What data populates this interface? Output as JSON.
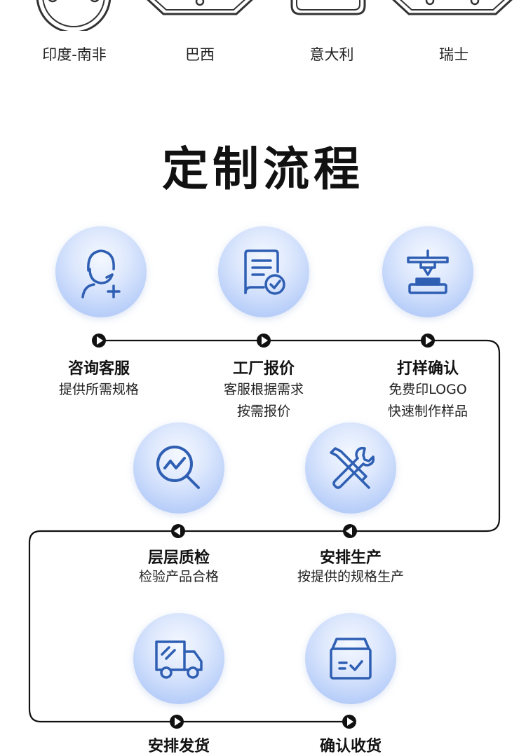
{
  "plug_types": [
    {
      "label": "印度-南非",
      "icon": "round-three-pin-plug-icon"
    },
    {
      "label": "巴西",
      "icon": "hexagonal-plug-icon"
    },
    {
      "label": "意大利",
      "icon": "rounded-rectangle-plug-icon"
    },
    {
      "label": "瑞士",
      "icon": "hexagonal-plug-icon"
    }
  ],
  "section_title": "定制流程",
  "accent_color": "#2f5fb3",
  "steps": [
    {
      "title": "咨询客服",
      "desc": [
        "提供所需规格"
      ],
      "icon": "customer-service-add-icon"
    },
    {
      "title": "工厂报价",
      "desc": [
        "客服根据需求",
        "按需报价"
      ],
      "icon": "quote-document-check-icon"
    },
    {
      "title": "打样确认",
      "desc": [
        "免费印LOGO",
        "快速制作样品"
      ],
      "icon": "printer-sample-icon"
    },
    {
      "title": "层层质检",
      "desc": [
        "检验产品合格"
      ],
      "icon": "magnifier-inspection-icon"
    },
    {
      "title": "安排生产",
      "desc": [
        "按提供的规格生产"
      ],
      "icon": "wrench-screwdriver-icon"
    },
    {
      "title": "安排发货",
      "desc": [],
      "icon": "delivery-truck-icon"
    },
    {
      "title": "确认收货",
      "desc": [],
      "icon": "package-box-icon"
    }
  ]
}
